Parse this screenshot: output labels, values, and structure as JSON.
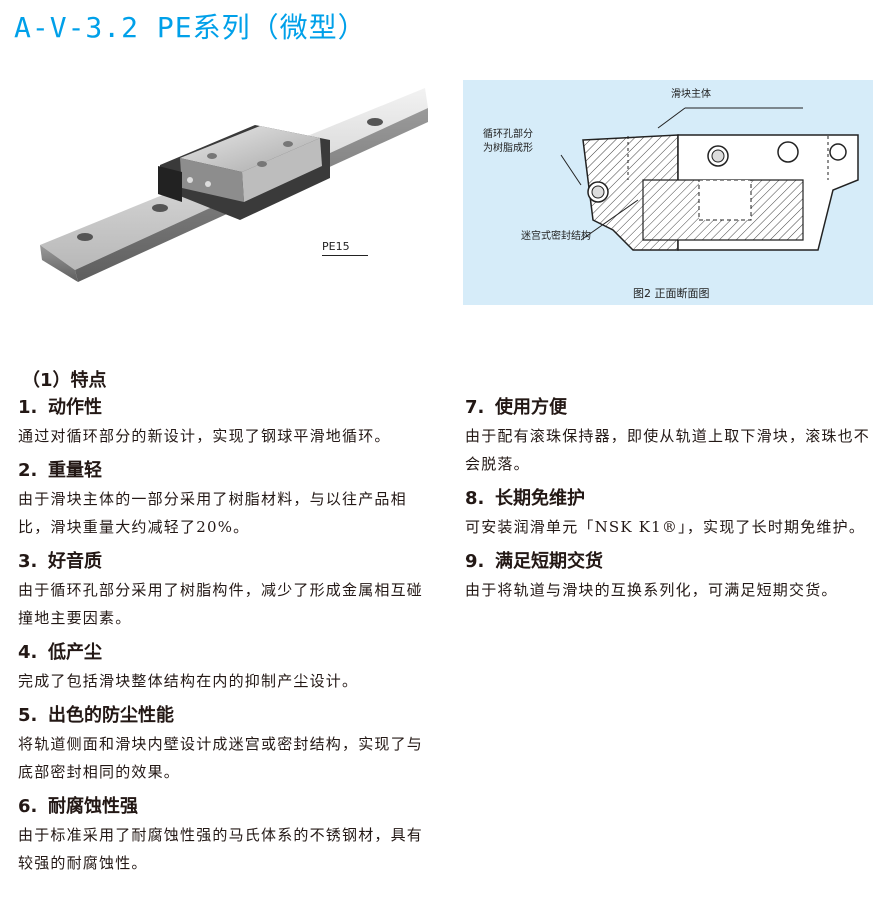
{
  "header": {
    "title": "A-V-3.2  PE系列（微型）"
  },
  "photo": {
    "caption": "PE15"
  },
  "figure": {
    "caption": "图2 正面断面图",
    "labels": {
      "body": "滑块主体",
      "recirc": "循环孔部分\n为树脂成形",
      "seal": "迷宫式密封结构"
    }
  },
  "features": {
    "heading": "（1）特点",
    "items": [
      {
        "num": "1.",
        "title": "动作性",
        "desc": "通过对循环部分的新设计，实现了钢球平滑地循环。"
      },
      {
        "num": "2.",
        "title": "重量轻",
        "desc": "由于滑块主体的一部分采用了树脂材料，与以往产品相比，滑块重量大约减轻了20%。"
      },
      {
        "num": "3.",
        "title": "好音质",
        "desc": "由于循环孔部分采用了树脂构件，减少了形成金属相互碰撞地主要因素。"
      },
      {
        "num": "4.",
        "title": "低产尘",
        "desc": "完成了包括滑块整体结构在内的抑制产尘设计。"
      },
      {
        "num": "5.",
        "title": "出色的防尘性能",
        "desc": "将轨道侧面和滑块内壁设计成迷宫或密封结构，实现了与底部密封相同的效果。"
      },
      {
        "num": "6.",
        "title": "耐腐蚀性强",
        "desc": "由于标准采用了耐腐蚀性强的马氏体系的不锈钢材，具有较强的耐腐蚀性。"
      },
      {
        "num": "7.",
        "title": "使用方便",
        "desc": "由于配有滚珠保持器，即使从轨道上取下滑块，滚珠也不会脱落。"
      },
      {
        "num": "8.",
        "title": "长期免维护",
        "desc": "可安装润滑单元「NSK K1®」，实现了长时期免维护。"
      },
      {
        "num": "9.",
        "title": "满足短期交货",
        "desc": "由于将轨道与滑块的互换系列化，可满足短期交货。"
      }
    ]
  }
}
